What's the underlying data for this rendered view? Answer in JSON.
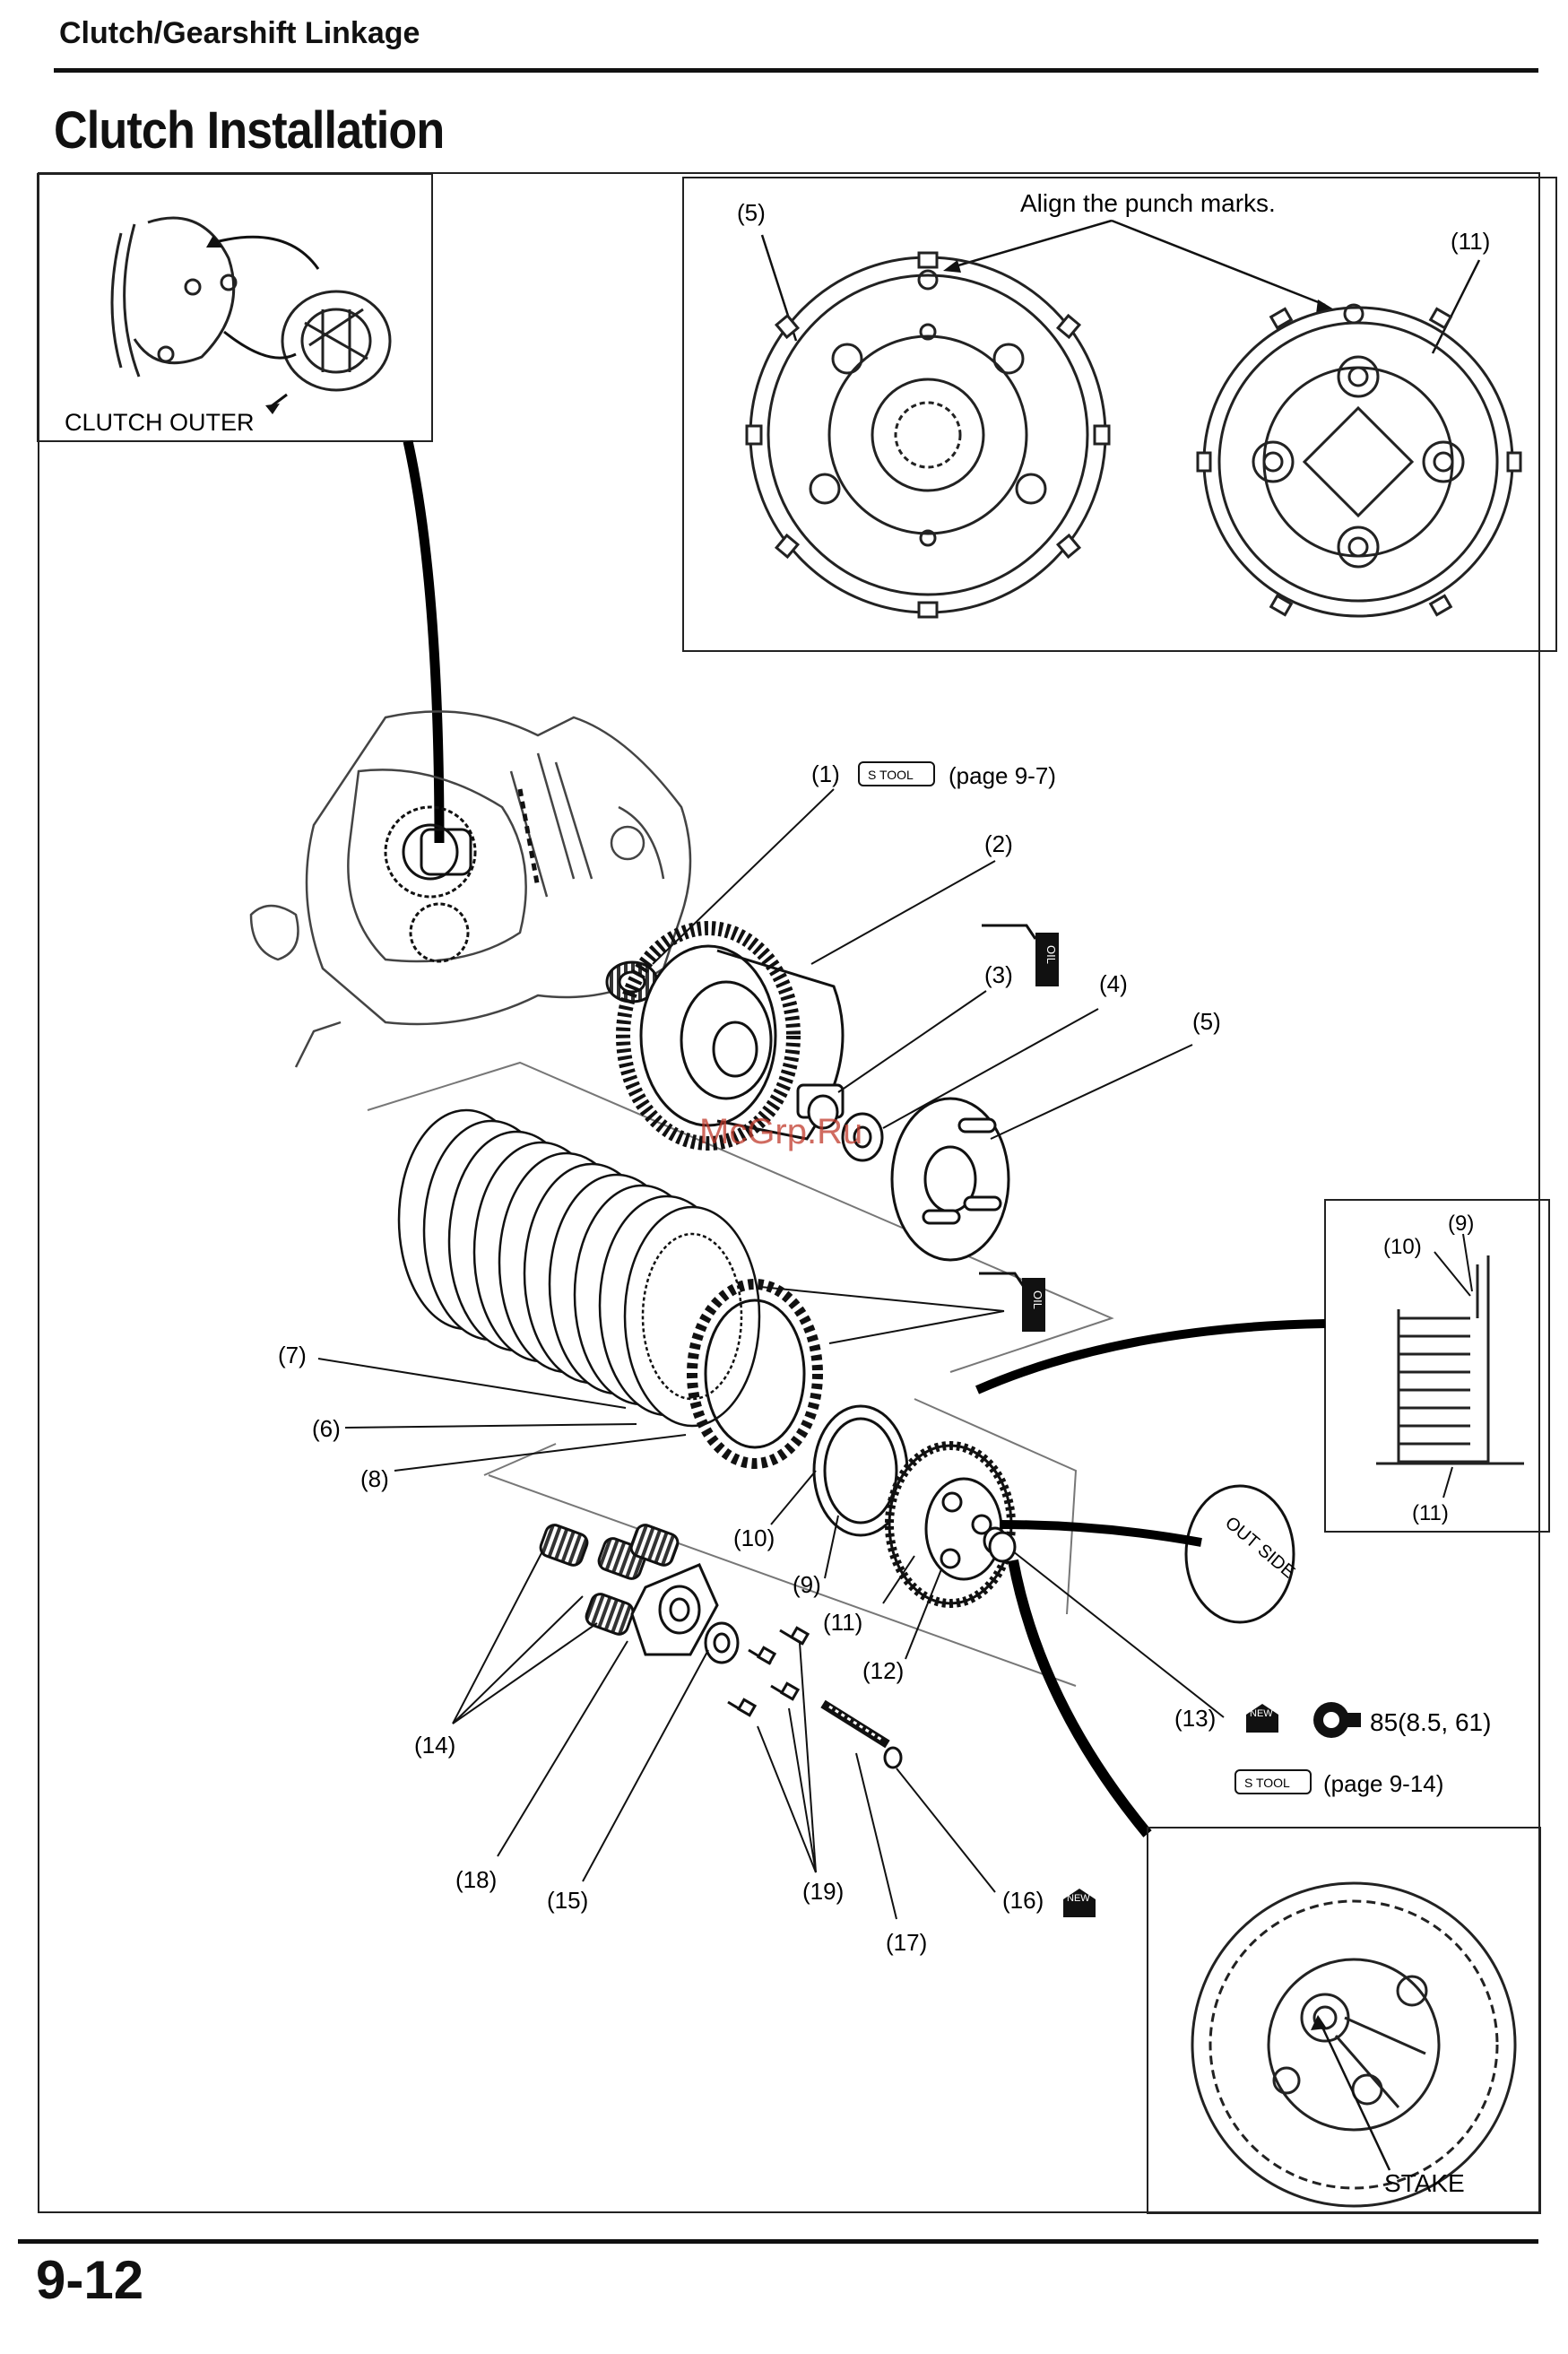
{
  "header": {
    "section_title": "Clutch/Gearshift Linkage",
    "page_title": "Clutch Installation"
  },
  "footer": {
    "page_number": "9-12"
  },
  "watermark": "McGrp.Ru",
  "inset_clutch_outer": {
    "label": "CLUTCH OUTER"
  },
  "inset_punch_marks": {
    "instruction": "Align the punch marks.",
    "label_left": "(5)",
    "label_right": "(11)"
  },
  "inset_side": {
    "label_top_a": "(9)",
    "label_top_b": "(10)",
    "label_bottom": "(11)"
  },
  "inset_stake": {
    "label": "STAKE"
  },
  "washer_mark": {
    "text": "OUT SIDE"
  },
  "icons": {
    "special_tool": "S TOOL",
    "oil": "OIL",
    "new_part": "NEW"
  },
  "callouts": {
    "c1": "(1)",
    "c1_ref": "(page 9-7)",
    "c2": "(2)",
    "c3": "(3)",
    "c4": "(4)",
    "c5": "(5)",
    "c6": "(6)",
    "c7": "(7)",
    "c8": "(8)",
    "c9": "(9)",
    "c10": "(10)",
    "c11": "(11)",
    "c12": "(12)",
    "c13": "(13)",
    "c13_torque": "85(8.5, 61)",
    "c13_ref": "(page 9-14)",
    "c14": "(14)",
    "c15": "(15)",
    "c16": "(16)",
    "c17": "(17)",
    "c18": "(18)",
    "c19": "(19)"
  }
}
